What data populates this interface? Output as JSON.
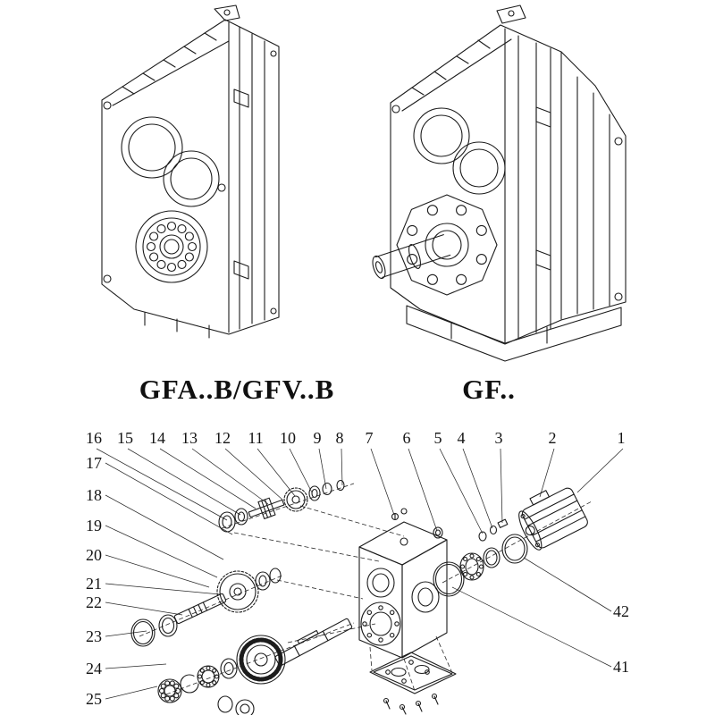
{
  "page": {
    "background": "#ffffff",
    "line_color": "#1c1c1c"
  },
  "models": {
    "left_label": "GFA..B/GFV..B",
    "right_label": "GF.."
  },
  "exploded": {
    "top_numbers": [
      "16",
      "15",
      "14",
      "13",
      "12",
      "11",
      "10",
      "9",
      "8",
      "7",
      "6",
      "5",
      "4",
      "3",
      "2",
      "1"
    ],
    "left_numbers": [
      "17",
      "18",
      "19",
      "20",
      "21",
      "22",
      "23",
      "24",
      "25"
    ],
    "right_numbers": [
      "42",
      "41"
    ]
  }
}
